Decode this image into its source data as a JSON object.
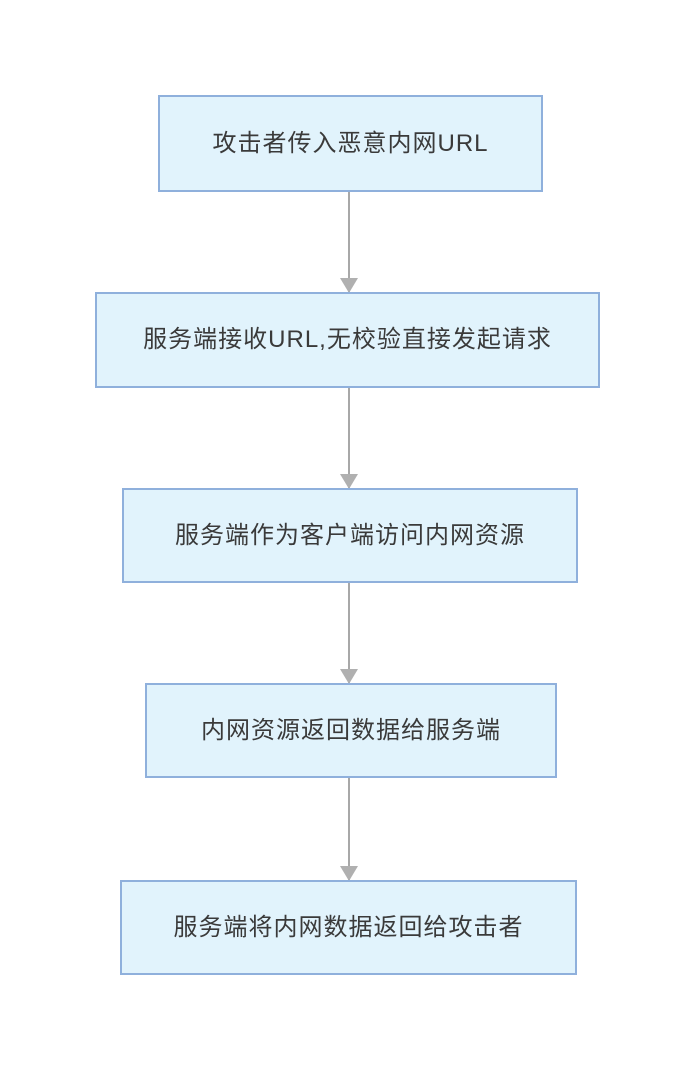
{
  "diagram": {
    "type": "flowchart",
    "direction": "top-down",
    "nodes": [
      {
        "id": "step-1",
        "label": "攻击者传入恶意内网URL"
      },
      {
        "id": "step-2",
        "label": "服务端接收URL,无校验直接发起请求"
      },
      {
        "id": "step-3",
        "label": "服务端作为客户端访问内网资源"
      },
      {
        "id": "step-4",
        "label": "内网资源返回数据给服务端"
      },
      {
        "id": "step-5",
        "label": "服务端将内网数据返回给攻击者"
      }
    ],
    "edges": [
      {
        "from": "step-1",
        "to": "step-2"
      },
      {
        "from": "step-2",
        "to": "step-3"
      },
      {
        "from": "step-3",
        "to": "step-4"
      },
      {
        "from": "step-4",
        "to": "step-5"
      }
    ],
    "colors": {
      "background": "#ffffff",
      "node_fill": "#e1f3fc",
      "node_border": "#8fb0dc",
      "arrow": "#a8a8a8",
      "text": "#3a3a3a"
    }
  }
}
